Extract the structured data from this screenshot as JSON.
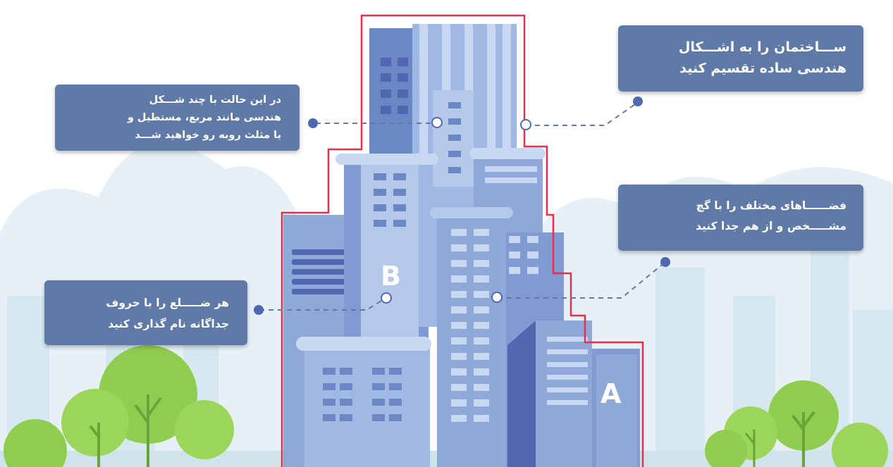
{
  "callouts": {
    "top_right": [
      "ســـاختمان را به اشـــکال",
      "هندسی ساده تقسیم کنید"
    ],
    "top_left": [
      "در این حالت با چند شـــکل",
      "هندسی مانند مربع، مستطیل و",
      "یا مثلث روبه رو خواهید شـــد"
    ],
    "mid_right": [
      "فضــــــاهای مختلف را با گچ",
      "مشـــــخص و از هم جدا کنید"
    ],
    "bottom_left": [
      "هر ضـــــلع را با حروف",
      "جداگانه نام گذاری کنید"
    ]
  },
  "labels": {
    "a": "A",
    "b": "B"
  },
  "colors": {
    "sky": "#ffffff",
    "building_dark": "#6b88c4",
    "building_mid": "#8ea8d8",
    "building_light": "#b4c8ea",
    "window": "#4f68b0",
    "outline": "#e0314f",
    "callout_bg": "#5f7aa6",
    "tree": "#8fcd4f",
    "skyline": "#d7e7ef"
  }
}
